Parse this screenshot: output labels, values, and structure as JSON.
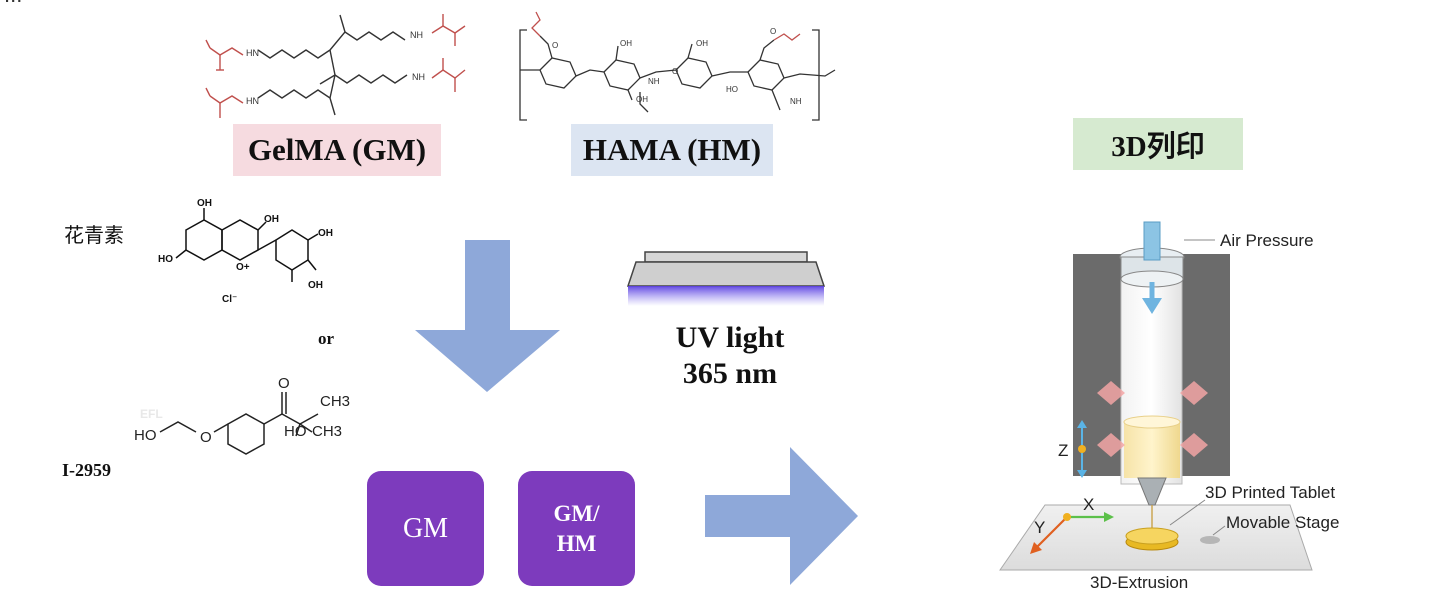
{
  "corner_text": "...",
  "labels": {
    "gelma": "GelMA (GM)",
    "hama": "HAMA (HM)",
    "print_3d": "3D列印"
  },
  "additives": {
    "anthocyanin": "花青素",
    "or": "or",
    "i2959": "I-2959"
  },
  "uv": {
    "line1": "UV light",
    "line2": "365 nm"
  },
  "products": {
    "gm": "GM",
    "gmhm_line1": "GM/",
    "gmhm_line2": "HM"
  },
  "chemistry": {
    "gelma_nh": [
      "HN",
      "NH",
      "NH",
      "HN"
    ],
    "anthocyanin_groups": [
      "OH",
      "OH",
      "HO",
      "O+",
      "OH",
      "OH",
      "Cl⁻"
    ],
    "i2959_groups": [
      "O",
      "CH3",
      "CH3",
      "HO",
      "O",
      "HO"
    ],
    "i2959_watermark": "EFL",
    "hama_groups": [
      "O",
      "OH",
      "OH",
      "NH",
      "OH",
      "O",
      "NH",
      "HO",
      "O"
    ]
  },
  "printer": {
    "air_pressure": "Air Pressure",
    "z_axis": "Z",
    "x_axis": "X",
    "y_axis": "Y",
    "printed_tablet": "3D Printed Tablet",
    "movable_stage": "Movable Stage",
    "extrusion": "3D-Extrusion"
  },
  "colors": {
    "arrow_blue": "#8ea8d9",
    "purple": "#7d3bbd",
    "methacrylate_red": "#c0504d",
    "uv_purple": "#5a3fe0"
  }
}
